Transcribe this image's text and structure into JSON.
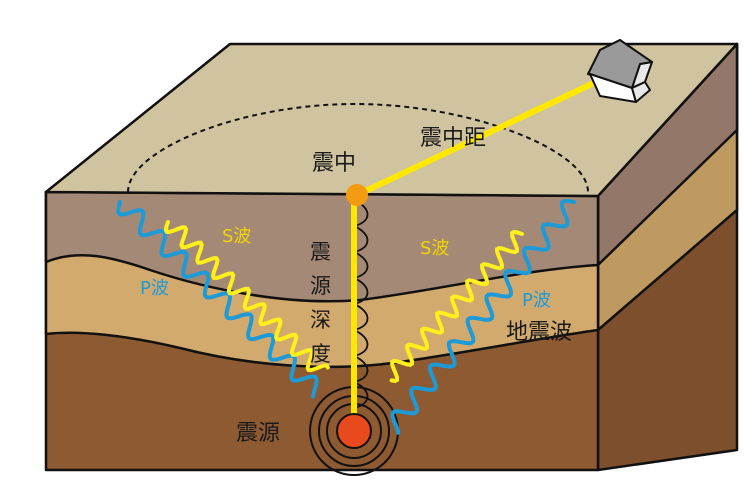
{
  "colors": {
    "surface": "#cfc3a0",
    "layer_top": "#a48a76",
    "layer_middle": "#d3aa6e",
    "layer_bottom": "#8d5a32",
    "right_top": "#93786a",
    "right_middle": "#be9a60",
    "right_bottom": "#7d4f2c",
    "p_wave": "#1e9ad6",
    "s_wave": "#ffef1a",
    "epicentral_line": "#ffe800",
    "epicenter_dot": "#f39c12",
    "hypocenter_dot": "#e8491d"
  },
  "labels": {
    "epicenter": "震中",
    "epicentral_distance": "震中距",
    "focal_depth": [
      "震",
      "源",
      "深",
      "度"
    ],
    "hypocenter": "震源",
    "s_wave_left": "S波",
    "s_wave_right": "S波",
    "p_wave_left": "P波",
    "p_wave_right": "P波",
    "seismic_wave": "地震波"
  }
}
